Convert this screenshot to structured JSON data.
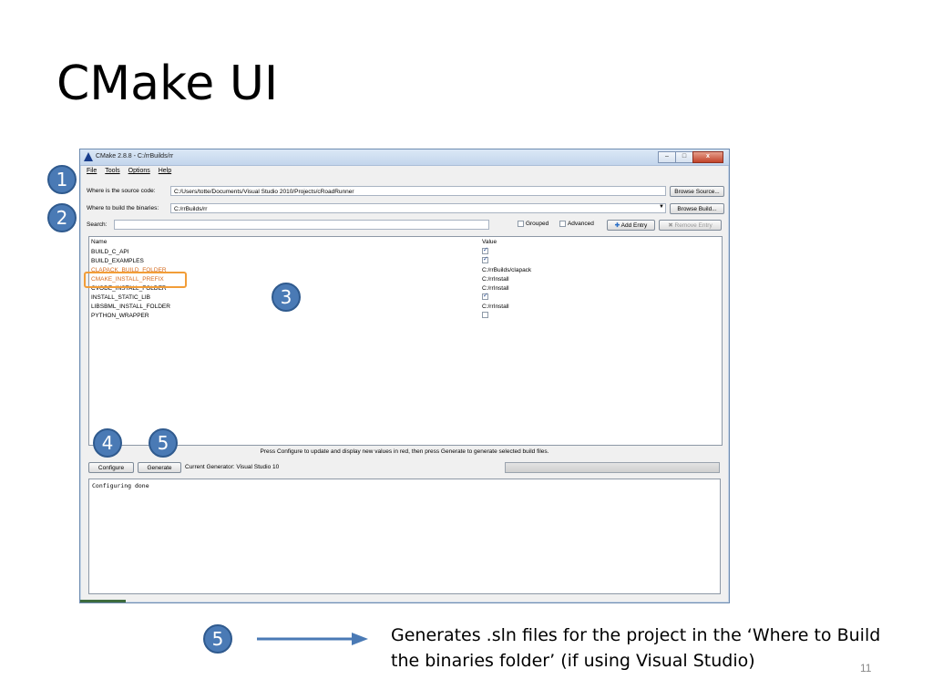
{
  "slide": {
    "title": "CMake UI",
    "description": "Generates .sln files for the project in the ‘Where to Build the binaries folder’ (if using Visual Studio)",
    "page_number": "11"
  },
  "callouts": [
    "1",
    "2",
    "3",
    "4",
    "5",
    "5"
  ],
  "window": {
    "title": "CMake 2.8.8 - C:/rrBuilds/rr",
    "buttons": {
      "minimize": "–",
      "maximize": "□",
      "close": "x"
    }
  },
  "menu": [
    "File",
    "Tools",
    "Options",
    "Help"
  ],
  "source": {
    "label": "Where is the source code:",
    "value": "C:/Users/totte/Documents/Visual Studio 2010/Projects/cRoadRunner",
    "button": "Browse Source..."
  },
  "binaries": {
    "label": "Where to build the binaries:",
    "value": "C:/rrBuilds/rr",
    "button": "Browse Build..."
  },
  "search": {
    "label": "Search:",
    "value": ""
  },
  "options": {
    "grouped": "Grouped",
    "advanced": "Advanced",
    "add_entry": "Add Entry",
    "remove_entry": "Remove Entry"
  },
  "table": {
    "headers": {
      "name": "Name",
      "value": "Value"
    },
    "rows": [
      {
        "name": "BUILD_C_API",
        "type": "bool",
        "checked": true,
        "value": ""
      },
      {
        "name": "BUILD_EXAMPLES",
        "type": "bool",
        "checked": true,
        "value": ""
      },
      {
        "name": "CLAPACK_BUILD_FOLDER",
        "type": "text",
        "value": "C:/rrBuilds/clapack",
        "red": true
      },
      {
        "name": "CMAKE_INSTALL_PREFIX",
        "type": "text",
        "value": "C:/rrInstall",
        "red": true
      },
      {
        "name": "CVODE_INSTALL_FOLDER",
        "type": "text",
        "value": "C:/rrInstall"
      },
      {
        "name": "INSTALL_STATIC_LIB",
        "type": "bool",
        "checked": true,
        "value": ""
      },
      {
        "name": "LIBSBML_INSTALL_FOLDER",
        "type": "text",
        "value": "C:/rrInstall"
      },
      {
        "name": "PYTHON_WRAPPER",
        "type": "bool",
        "checked": false,
        "value": ""
      }
    ]
  },
  "hint": "Press Configure to update and display new values in red, then press Generate to generate selected build files.",
  "configure_button": "Configure",
  "generate_button": "Generate",
  "generator_label": "Current Generator: Visual Studio 10",
  "output_text": "Configuring done",
  "colors": {
    "accent": "#4a7ab5",
    "highlight": "#f29d38",
    "new_value_red": "#d46a1e"
  }
}
